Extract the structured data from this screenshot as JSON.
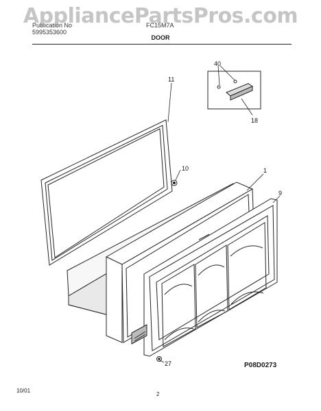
{
  "watermark": "AppliancePartsPros.com",
  "header": {
    "left_line1": "Publication No",
    "left_line2": "5995353600",
    "model": "FC15M7A",
    "section_title": "DOOR"
  },
  "callouts": {
    "c40": "40",
    "c11": "11",
    "c18": "18",
    "c10": "10",
    "c1": "1",
    "c9": "9",
    "c27": "27"
  },
  "drawing_code": "P08D0273",
  "footer": {
    "date": "10/01",
    "page": "2"
  }
}
